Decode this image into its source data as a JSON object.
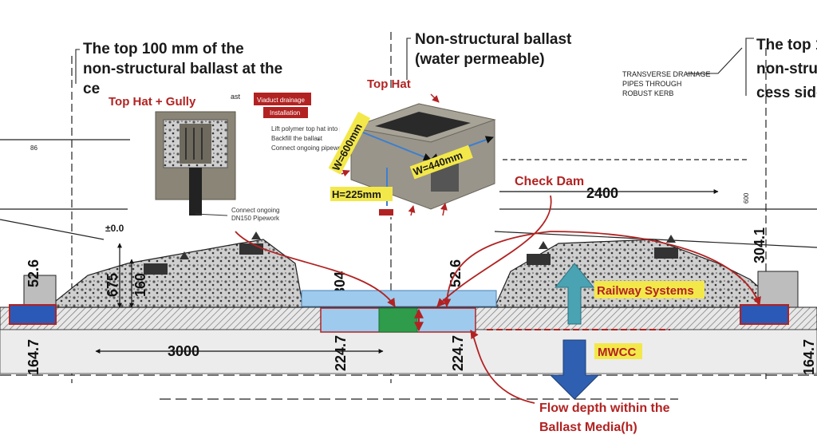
{
  "notes": {
    "top_ballast_line1": "The top 100 mm of the",
    "top_ballast_line2": "non-structural ballast at the",
    "top_ballast_line3": "ce",
    "nonstructural_line1": "Non-structural ballast",
    "nonstructural_line2": "(water permeable)",
    "transverse_line1": "TRANSVERSE DRAINAGE",
    "transverse_line2": "PIPES THROUGH",
    "transverse_line3": "ROBUST KERB",
    "right_top_line1": "The top 1",
    "right_top_line2": "non-struc",
    "right_top_line3": "cess side"
  },
  "dimensions": {
    "d_52_6_left": "52.6",
    "d_164_7_left": "164.7",
    "d_675": "675",
    "d_160": "160",
    "d_3000": "3000",
    "d_224_7_left": "224.7",
    "d_304": "304",
    "d_52_6_mid": "52.6",
    "d_224_7_mid": "224.7",
    "d_2400": "2400",
    "d_304_1": "304.1",
    "d_164_7_right": "164.7",
    "d_600": "600",
    "d_86": "86",
    "d_000": "±0.0"
  },
  "inset_left": {
    "title": "Top Hat + Gully",
    "badge_line1": "Viaduct drainage",
    "badge_line2": "Installation",
    "bullet1": "Lift polymer top hat into positi",
    "bullet2": "Backfill the ballast",
    "bullet3": "Connect ongoing pipework at",
    "caption_line1": "Connect ongoing",
    "caption_line2": "DN150 Pipework",
    "fragment": "ast"
  },
  "inset_right": {
    "title": "Top Hat",
    "w600": "W=600mm",
    "w440": "W=440mm",
    "h225": "H=225mm"
  },
  "labels": {
    "check_dam": "Check Dam",
    "railway_systems": "Railway Systems",
    "mwcc": "MWCC",
    "flow_line1": "Flow depth within the",
    "flow_line2": "Ballast Media(h)"
  },
  "colors": {
    "accent_red": "#b22222",
    "water_blue": "#9ecbed",
    "pipe_blue": "#2a59b8",
    "arrow_teal": "#4aa3b3",
    "arrow_blue": "#2f5fb0",
    "label_yellow": "#f3e84a",
    "check_green": "#2e9c4a"
  }
}
